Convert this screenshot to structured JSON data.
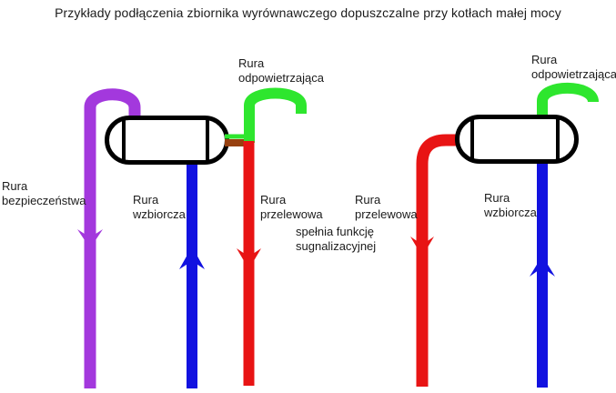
{
  "title": "Przykłady podłączenia zbiornika wyrównawczego dopuszczalne przy kotłach małej mocy",
  "colors": {
    "safety_pipe": "#a338dd",
    "expansion_pipe": "#1212e0",
    "overflow_pipe": "#e81414",
    "vent_pipe": "#2ee62e",
    "connector": "#97400f",
    "tank_outline": "#000000"
  },
  "left_diagram": {
    "labels": {
      "vent": "Rura odpowietrzająca",
      "safety": "Rura bezpieczeństwa",
      "expansion": "Rura wzbiorcza",
      "overflow": "Rura przelewowa",
      "overflow_note": "spełnia funkcję sugnalizacyjnej"
    }
  },
  "right_diagram": {
    "labels": {
      "vent": "Rura odpowietrzająca",
      "overflow": "Rura przelewowa",
      "expansion": "Rura wzbiorcza"
    }
  }
}
